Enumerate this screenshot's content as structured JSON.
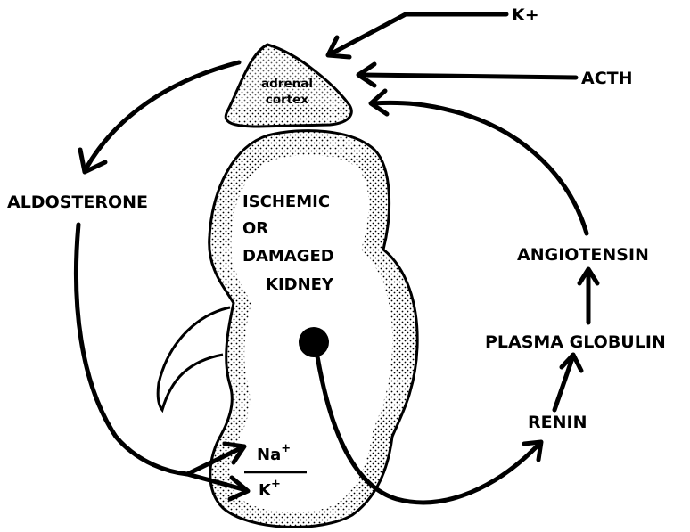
{
  "labels": {
    "adrenal_line1": "adrenal",
    "adrenal_line2": "cortex",
    "potassium_input": "K+",
    "acth": "ACTH",
    "aldosterone": "ALDOSTERONE",
    "kidney_line1": "ISCHEMIC",
    "kidney_line2": "OR",
    "kidney_line3": "DAMAGED",
    "kidney_line4": "KIDNEY",
    "angiotensin": "ANGIOTENSIN",
    "plasma_globulin": "PLASMA GLOBULIN",
    "renin": "RENIN",
    "sodium": "Na",
    "sodium_sup": "+",
    "potassium": "K",
    "potassium_sup": "+"
  },
  "colors": {
    "ink": "#000000",
    "background": "#ffffff"
  }
}
